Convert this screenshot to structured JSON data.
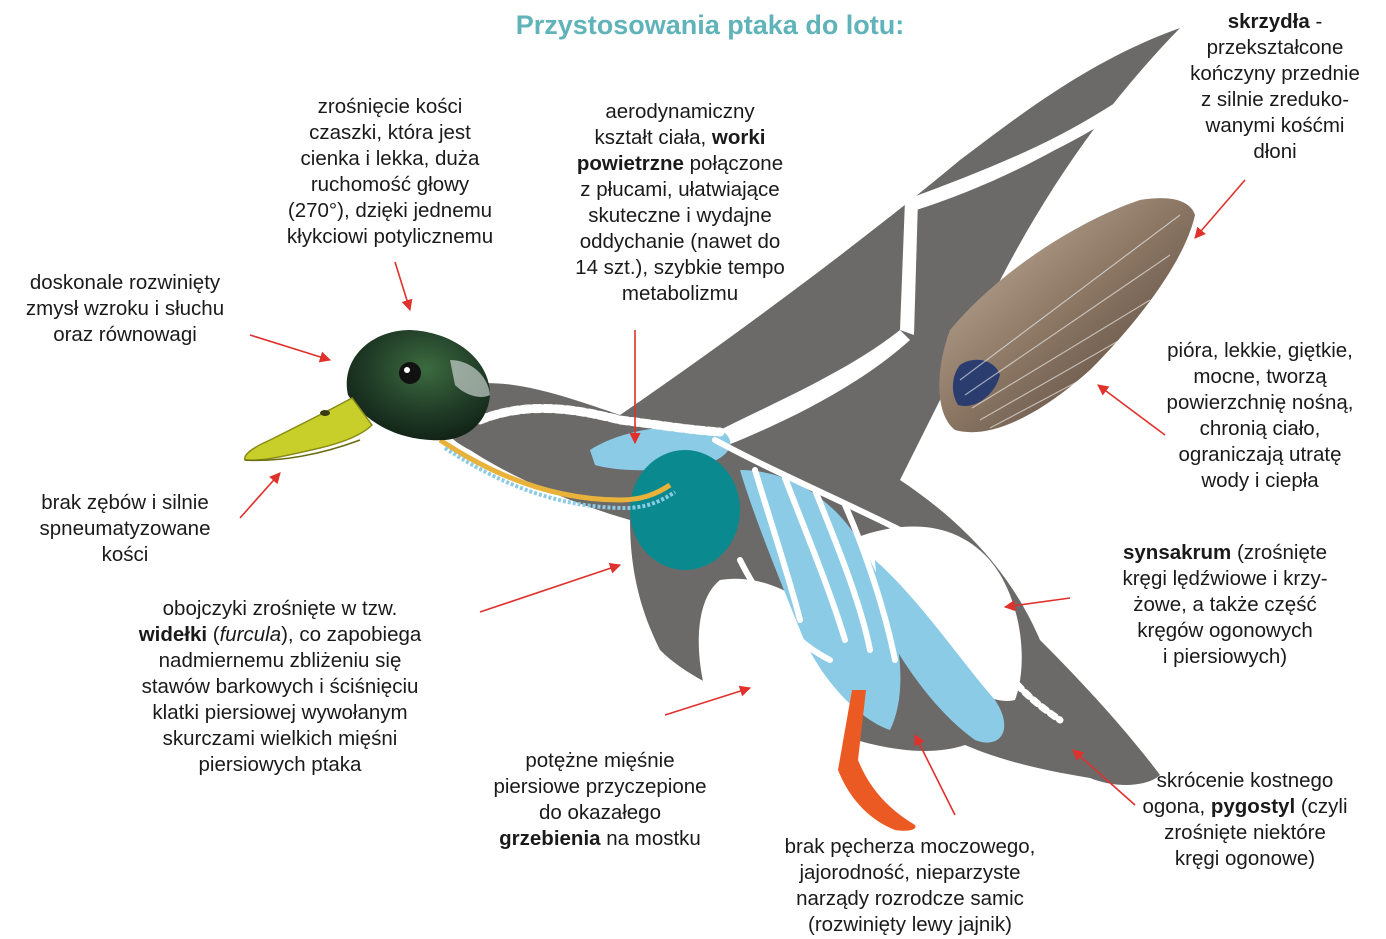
{
  "header": {
    "corner_fragment": "",
    "title": "Przystosowania ptaka do lotu:"
  },
  "colors": {
    "title": "#5fb3b9",
    "arrow": "#e0312c",
    "silhouette": "#6b6a69",
    "bone": "#ffffff",
    "air_sacs": "#8ccbe6",
    "heart": "#0a8a8f",
    "head": "#1f3a26",
    "beak": "#c9cf2a",
    "leg": "#ec5a24"
  },
  "labels": {
    "skull": [
      "zrośnięcie kości",
      "czaszki, która jest",
      "cienka i lekka, duża",
      "ruchomość głowy",
      "(270°), dzięki jednemu",
      "kłykciowi potylicznemu"
    ],
    "senses": [
      "doskonale rozwinięty",
      "zmysł wzroku i słuchu",
      "oraz równowagi"
    ],
    "aero": {
      "l1": "aerodynamiczny",
      "l2a": "kształt ciała, ",
      "l2b": "worki",
      "l3a": "powietrzne",
      "l3b": " połączone",
      "l4": "z płucami, ułatwiające",
      "l5": "skuteczne i wydajne",
      "l6": "oddychanie (nawet do",
      "l7": "14 szt.), szybkie tempo",
      "l8": "metabolizmu"
    },
    "wings": {
      "l1a": "skrzydła",
      "l1b": " -",
      "l2": "przekształcone",
      "l3": "kończyny przednie",
      "l4": "z silnie zreduko-",
      "l5": "wanymi kośćmi",
      "l6": "dłoni"
    },
    "feathers": [
      "pióra, lekkie, giętkie,",
      "mocne, tworzą",
      "powierzchnię nośną,",
      "chronią ciało,",
      "ograniczają utratę",
      "wody i  ciepła"
    ],
    "teeth": [
      "brak zębów i silnie",
      "spneumatyzowane",
      "kości"
    ],
    "synsacrum": {
      "l1a": "synsakrum",
      "l1b": " (zrośnięte",
      "l2": "kręgi lędźwiowe i krzy-",
      "l3": "żowe, a także część",
      "l4": "kręgów ogonowych",
      "l5": "i piersiowych)"
    },
    "furcula": {
      "l1": "obojczyki  zrośnięte w tzw.",
      "l2a": "widełki",
      "l2b": " (",
      "l2c": "furcula",
      "l2d": "), co zapobiega",
      "l3": "nadmiernemu zbliżeniu się",
      "l4": "stawów barkowych i ściśnięciu",
      "l5": "klatki piersiowej wywołanym",
      "l6": "skurczami wielkich mięśni",
      "l7": "piersiowych ptaka"
    },
    "muscles": {
      "l1": "potężne mięśnie",
      "l2": "piersiowe przyczepione",
      "l3": "do okazałego",
      "l4a": "grzebienia",
      "l4b": " na mostku"
    },
    "bladder": [
      "brak pęcherza moczowego,",
      "jajorodność, nieparzyste",
      "narządy rozrodcze samic",
      "(rozwinięty lewy jajnik)"
    ],
    "pygostyle": {
      "l1": "skrócenie kostnego",
      "l2a": "ogona, ",
      "l2b": "pygostyl",
      "l2c": " (czyli",
      "l3": "zrośnięte niektóre",
      "l4": "kręgi ogonowe)"
    }
  }
}
